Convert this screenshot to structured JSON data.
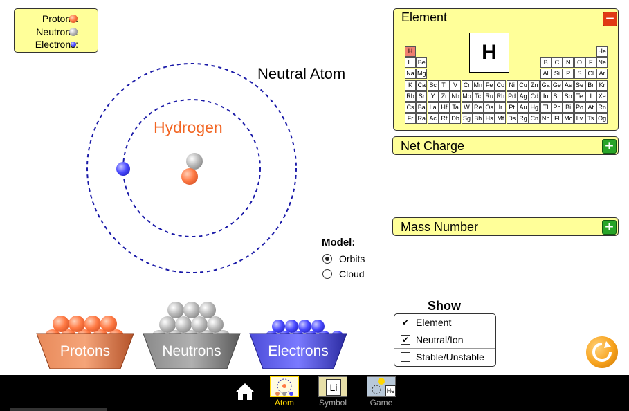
{
  "legend": {
    "protons": "Protons:",
    "neutrons": "Neutrons:",
    "electrons": "Electrons:"
  },
  "atom": {
    "status": "Neutral Atom",
    "element_name": "Hydrogen"
  },
  "model": {
    "label": "Model:",
    "options": [
      {
        "label": "Orbits",
        "selected": true
      },
      {
        "label": "Cloud",
        "selected": false
      }
    ]
  },
  "element_panel": {
    "title": "Element",
    "selected_symbol": "H",
    "collapse_icon": "minus-icon"
  },
  "periodic_table": {
    "rows": [
      [
        "H",
        "",
        "",
        "",
        "",
        "",
        "",
        "",
        "",
        "",
        "",
        "",
        "",
        "",
        "",
        "",
        "",
        "He"
      ],
      [
        "Li",
        "Be",
        "",
        "",
        "",
        "",
        "",
        "",
        "",
        "",
        "",
        "",
        "B",
        "C",
        "N",
        "O",
        "F",
        "Ne"
      ],
      [
        "Na",
        "Mg",
        "",
        "",
        "",
        "",
        "",
        "",
        "",
        "",
        "",
        "",
        "Al",
        "Si",
        "P",
        "S",
        "Cl",
        "Ar"
      ],
      [
        "K",
        "Ca",
        "Sc",
        "Ti",
        "V",
        "Cr",
        "Mn",
        "Fe",
        "Co",
        "Ni",
        "Cu",
        "Zn",
        "Ga",
        "Ge",
        "As",
        "Se",
        "Br",
        "Kr"
      ],
      [
        "Rb",
        "Sr",
        "Y",
        "Zr",
        "Nb",
        "Mo",
        "Tc",
        "Ru",
        "Rh",
        "Pd",
        "Ag",
        "Cd",
        "In",
        "Sn",
        "Sb",
        "Te",
        "I",
        "Xe"
      ],
      [
        "Cs",
        "Ba",
        "La",
        "Hf",
        "Ta",
        "W",
        "Re",
        "Os",
        "Ir",
        "Pt",
        "Au",
        "Hg",
        "Tl",
        "Pb",
        "Bi",
        "Po",
        "At",
        "Rn"
      ],
      [
        "Fr",
        "Ra",
        "Ac",
        "Rf",
        "Db",
        "Sg",
        "Bh",
        "Hs",
        "Mt",
        "Ds",
        "Rg",
        "Cn",
        "Nh",
        "Fl",
        "Mc",
        "Lv",
        "Ts",
        "Og"
      ]
    ]
  },
  "net_charge_panel": {
    "title": "Net Charge",
    "expand_icon": "plus-icon"
  },
  "mass_number_panel": {
    "title": "Mass Number",
    "expand_icon": "plus-icon"
  },
  "show": {
    "title": "Show",
    "options": [
      {
        "label": "Element",
        "checked": true
      },
      {
        "label": "Neutral/Ion",
        "checked": true
      },
      {
        "label": "Stable/Unstable",
        "checked": false
      }
    ]
  },
  "buckets": {
    "protons": "Protons",
    "neutrons": "Neutrons",
    "electrons": "Electrons"
  },
  "nav": {
    "home_icon": "home-icon",
    "tabs": [
      {
        "label": "Atom",
        "active": true
      },
      {
        "label": "Symbol",
        "active": false
      },
      {
        "label": "Game",
        "active": false
      }
    ],
    "symbol_thumb": "Li",
    "game_thumb": "He"
  },
  "colors": {
    "panel": "#ffff99",
    "proton": "#ff7a44",
    "neutron": "#b8b8b8",
    "electron": "#4a4aff",
    "active_tab": "#ffd700",
    "orbit": "#1a1aa8"
  }
}
